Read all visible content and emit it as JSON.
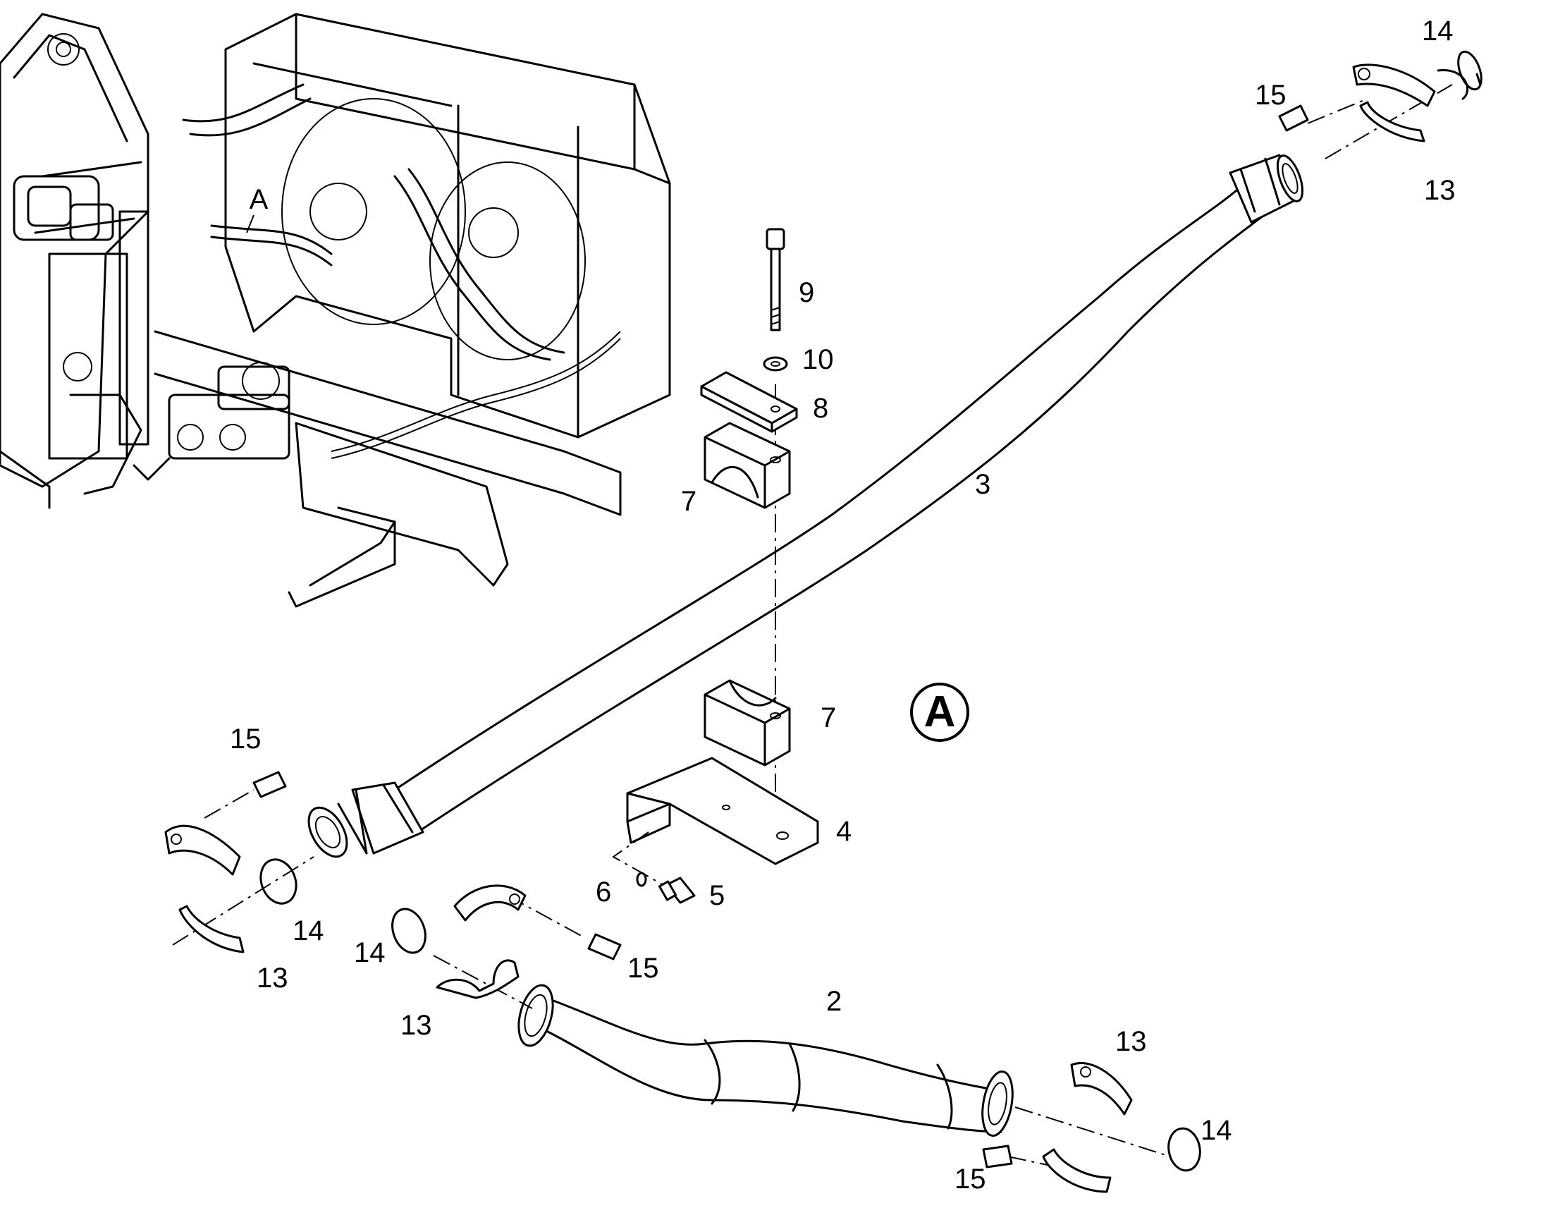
{
  "diagram": {
    "detail_marker": "A",
    "machine_callout": "A",
    "part_numbers": {
      "hose_main": "3",
      "hose_short": "2",
      "bracket": "4",
      "screw": "5",
      "washer": "6",
      "clamp_half_upper": "7",
      "clamp_half_lower": "7",
      "plate": "8",
      "bolt": "9",
      "bolt_washer": "10",
      "flange_half_top_right": "13",
      "ring_top_right": "14",
      "screw_top_right": "15",
      "screw_left": "15",
      "ring_left": "14",
      "flange_half_left": "13",
      "ring_mid": "14",
      "flange_half_mid": "13",
      "screw_mid": "15",
      "flange_half_bottom_right": "13",
      "ring_bottom_right": "14",
      "screw_bottom_right": "15"
    }
  }
}
